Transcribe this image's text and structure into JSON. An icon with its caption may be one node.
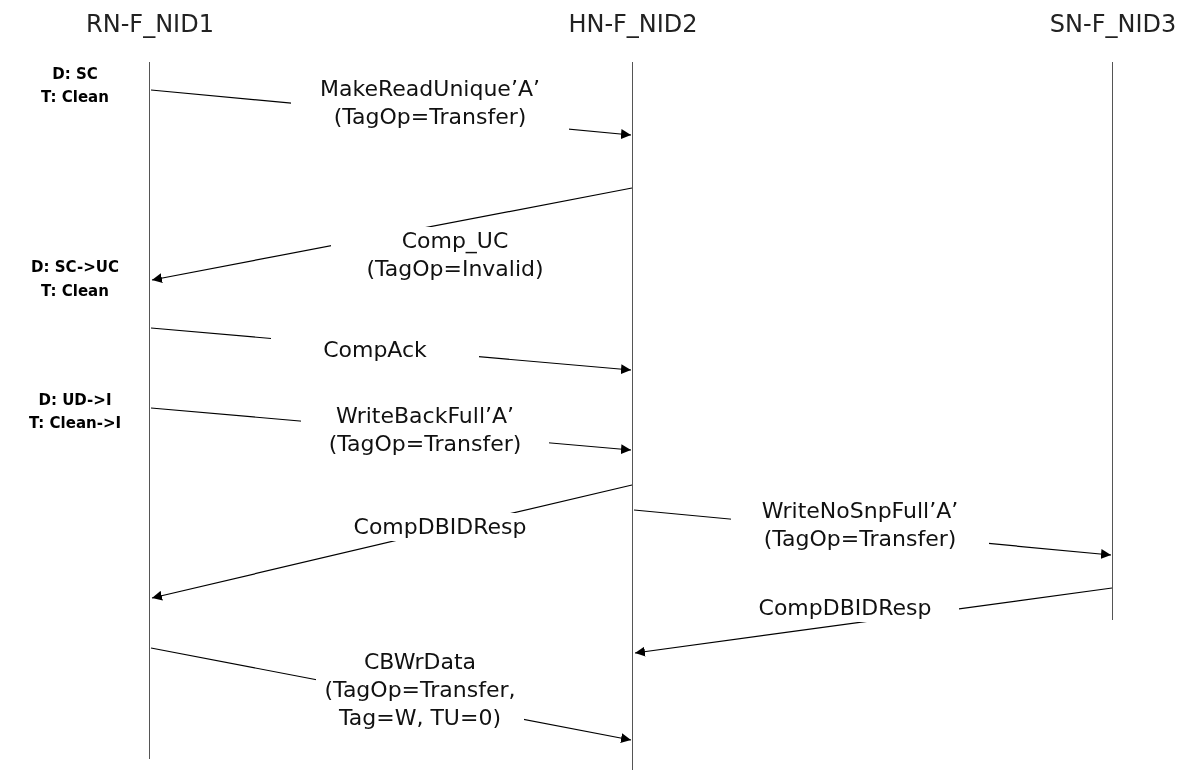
{
  "diagram": {
    "nodes": [
      {
        "text": [
          "RN-F_NID1"
        ]
      },
      {
        "text": [
          "HN-F_NID2"
        ]
      },
      {
        "text": [
          "SN-F_NID3"
        ]
      }
    ],
    "edges": [
      {
        "from": 0,
        "to": 1,
        "arrow": "to",
        "label": "MakeReadUnique’A’ (TagOp=Transfer)"
      },
      {
        "from": 1,
        "to": 0,
        "arrow": "to",
        "label": "Comp_UC (TagOp=Invalid)"
      },
      {
        "from": 0,
        "to": 1,
        "arrow": "to",
        "label": "CompAck"
      },
      {
        "from": 0,
        "to": 1,
        "arrow": "to",
        "label": "WriteBackFull’A’ (TagOp=Transfer)"
      },
      {
        "from": 1,
        "to": 0,
        "arrow": "to",
        "label": "CompDBIDResp"
      },
      {
        "from": 1,
        "to": 2,
        "arrow": "to",
        "label": "WriteNoSnpFull’A’ (TagOp=Transfer)"
      },
      {
        "from": 2,
        "to": 1,
        "arrow": "to",
        "label": "CompDBIDResp"
      },
      {
        "from": 0,
        "to": 1,
        "arrow": "to",
        "label": "CBWrData (TagOp=Transfer, Tag=W, TU=0)"
      }
    ],
    "labels": [
      "D: SC",
      "T: Clean",
      "D: SC->UC",
      "T: Clean",
      "D: UD->I",
      "T: Clean->I"
    ]
  }
}
